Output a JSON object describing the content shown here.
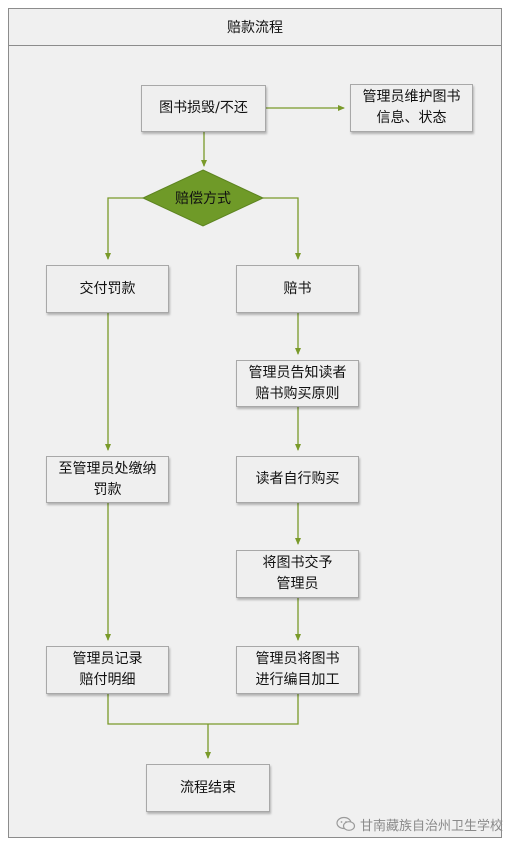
{
  "title": "赔款流程",
  "nodes": {
    "damage": "图书损毁/不还",
    "admin_maintain": "管理员维护图书\n信息、状态",
    "decision": "赔偿方式",
    "pay_fine": "交付罚款",
    "compensate_book": "赔书",
    "notify_reader": "管理员告知读者\n赔书购买原则",
    "reader_buy": "读者自行购买",
    "deliver_book": "将图书交予\n管理员",
    "pay_at_admin": "至管理员处缴纳\n罚款",
    "record": "管理员记录\n赔付明细",
    "catalog": "管理员将图书\n进行编目加工",
    "end": "流程结束"
  },
  "watermark": "甘南藏族自治州卫生学校",
  "colors": {
    "arrow": "#7a9a2a",
    "diamond_fill": "#6f9a28",
    "box_border": "#a8a8a8"
  }
}
